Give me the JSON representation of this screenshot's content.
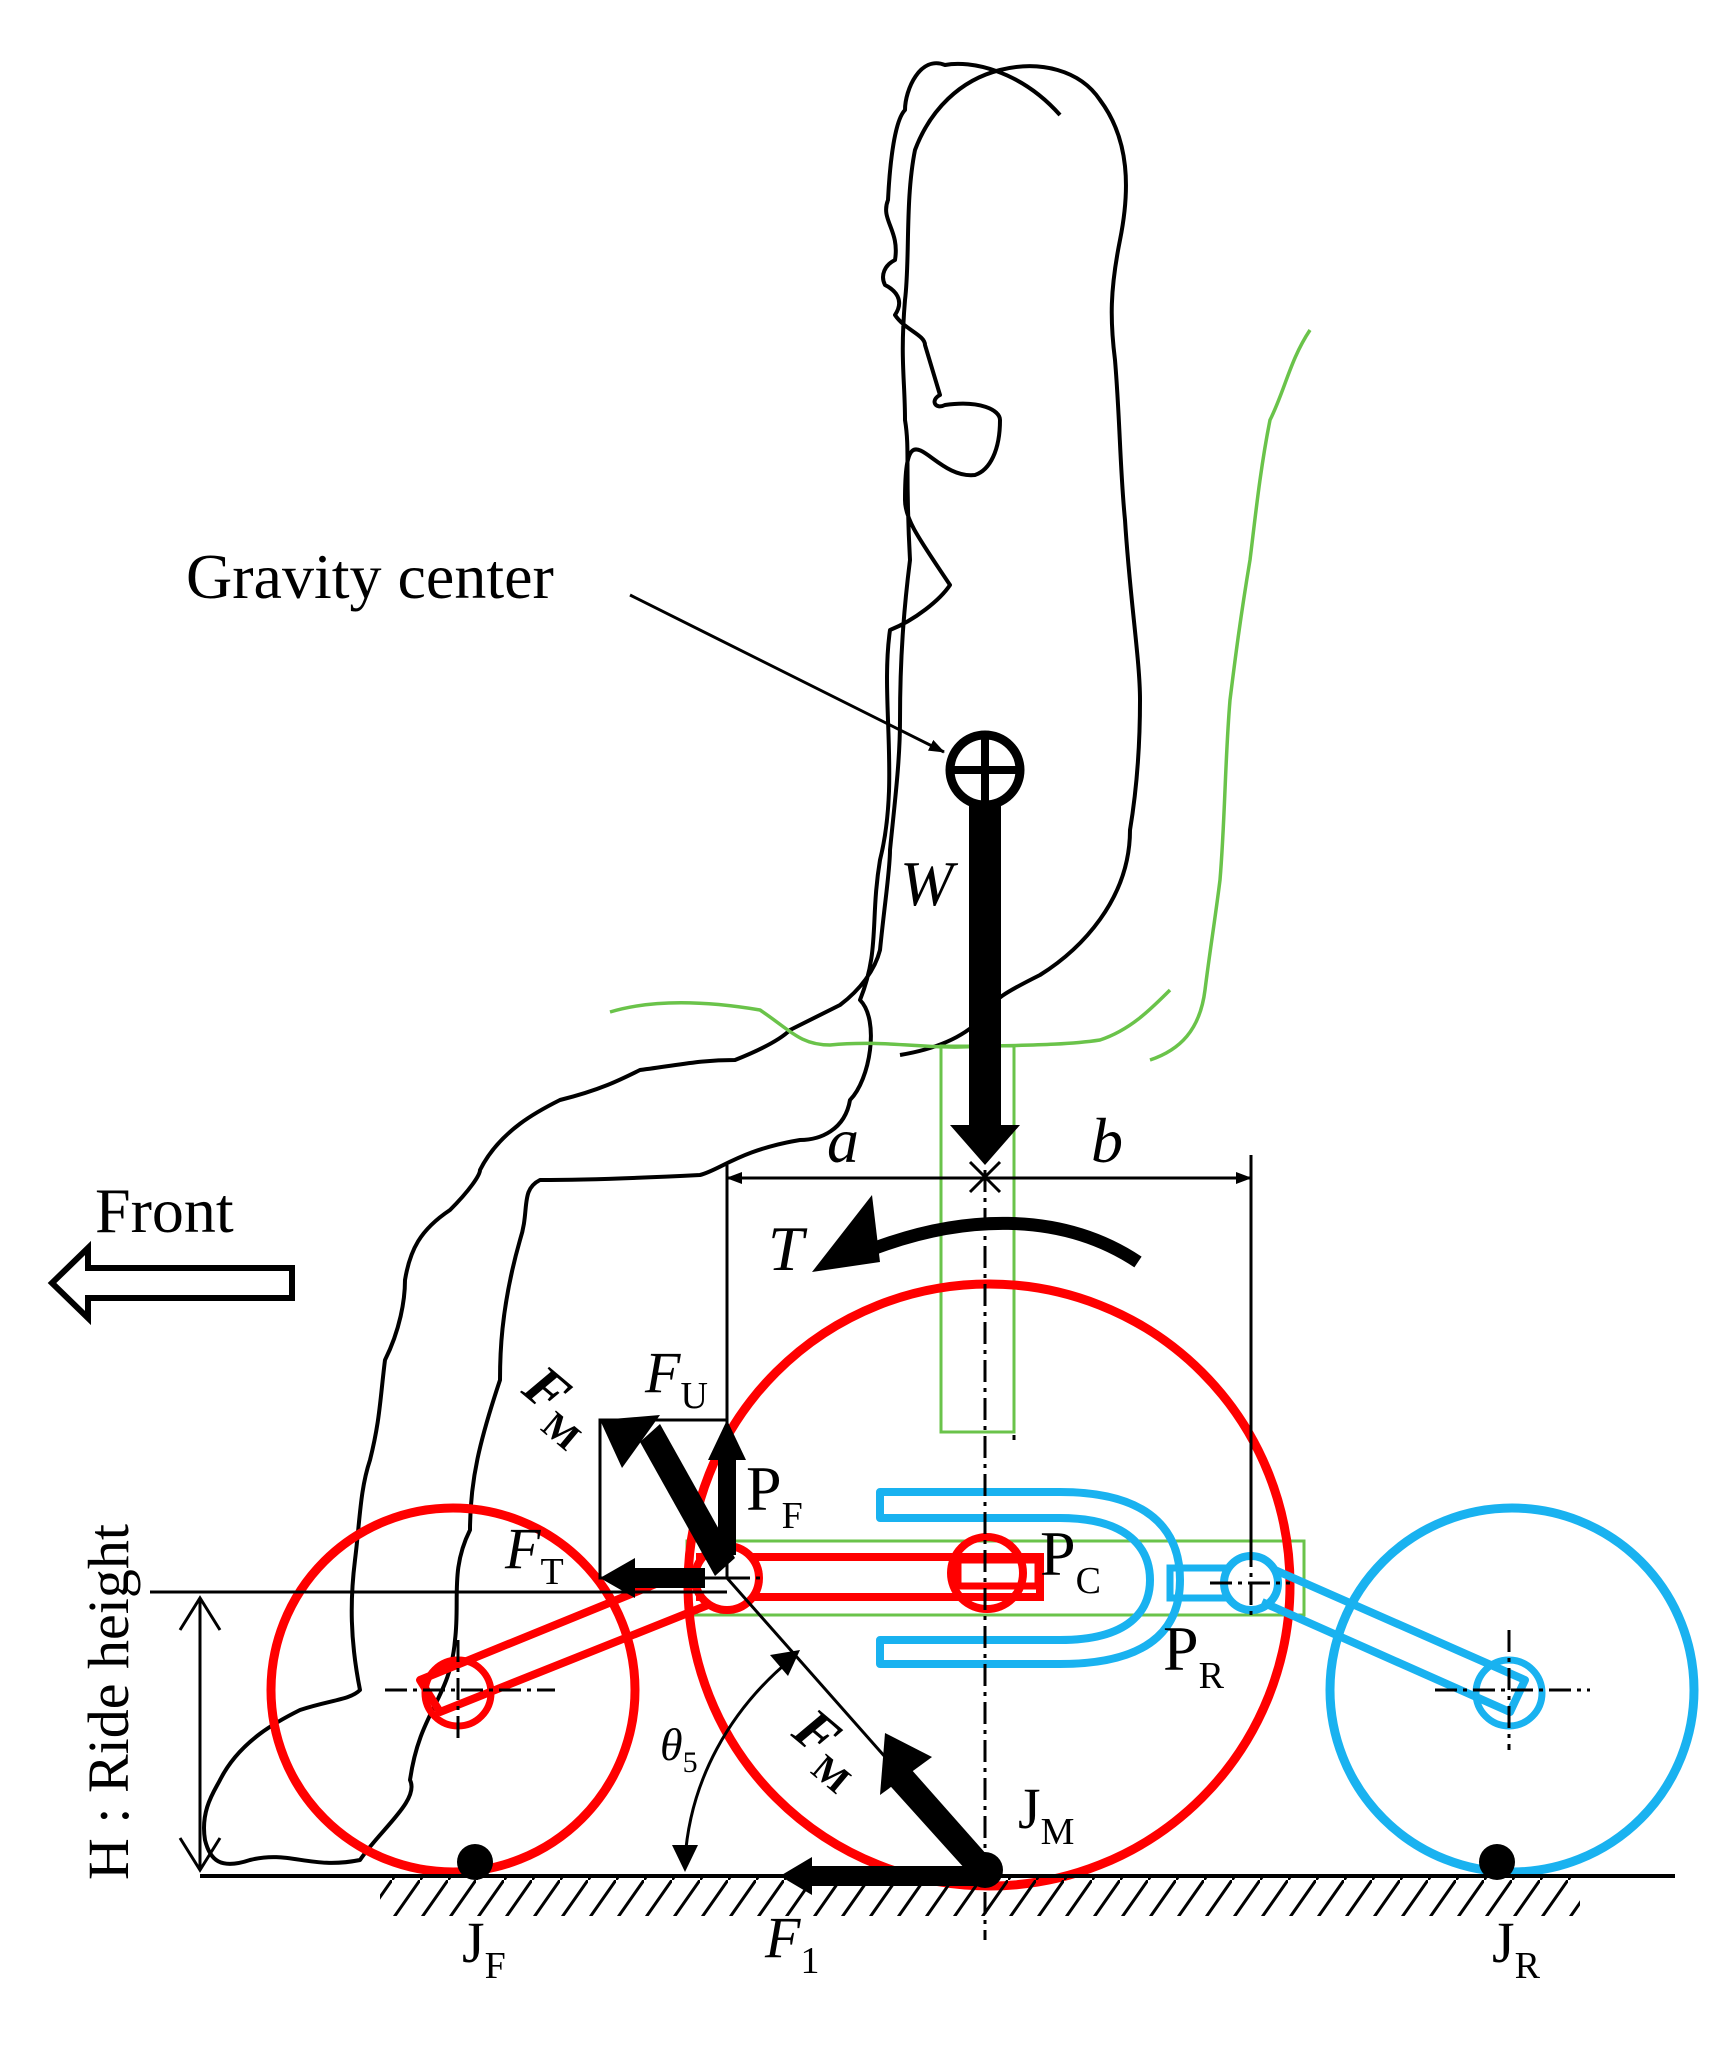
{
  "labels": {
    "gravity_center": "Gravity center",
    "front": "Front",
    "weight": "W",
    "torque": "T",
    "dim_a": "a",
    "dim_b": "b",
    "ride_height": "H : Ride height",
    "fu": {
      "main": "F",
      "sub": "U"
    },
    "ft": {
      "main": "F",
      "sub": "T"
    },
    "fm_upper": {
      "main": "F",
      "sub": "M"
    },
    "fm_lower": {
      "main": "F",
      "sub": "M"
    },
    "f1": {
      "main": "F",
      "sub": "1"
    },
    "theta": {
      "main": "θ",
      "sub": "5"
    },
    "pf": {
      "main": "P",
      "sub": "F"
    },
    "pc": {
      "main": "P",
      "sub": "C"
    },
    "pr": {
      "main": "P",
      "sub": "R"
    },
    "jf": {
      "main": "J",
      "sub": "F"
    },
    "jm": {
      "main": "J",
      "sub": "M"
    },
    "jr": {
      "main": "J",
      "sub": "R"
    }
  },
  "colors": {
    "front_link": "#ff0000",
    "rear_link": "#19b2f0",
    "seat": "#6ac34a",
    "ink": "#000000"
  }
}
